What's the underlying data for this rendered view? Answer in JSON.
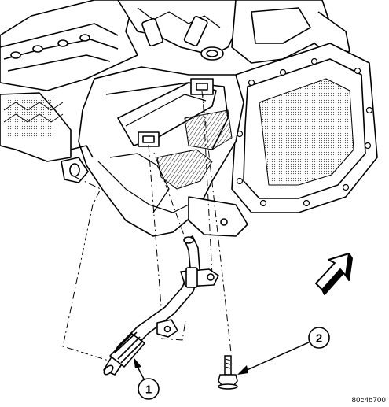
{
  "callouts": [
    {
      "number": "1",
      "target": "transmission-cooler-line"
    },
    {
      "number": "2",
      "target": "mounting-bolt"
    }
  ],
  "reference_code": "80c4b700",
  "colors": {
    "ink": "#000000",
    "paper": "#ffffff",
    "shade": "#9a9a9a"
  },
  "icons": {
    "orientation": "forward-arrow-icon"
  }
}
